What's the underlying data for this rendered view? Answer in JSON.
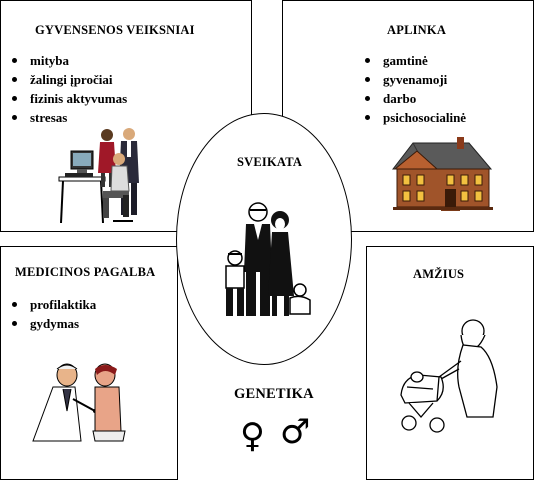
{
  "lifestyle": {
    "title": "GYVENSENOS VEIKSNIAI",
    "items": [
      "mityba",
      "žalingi įpročiai",
      "fizinis aktyvumas",
      "stresas"
    ]
  },
  "environment": {
    "title": "APLINKA",
    "items": [
      "gamtinė",
      "gyvenamoji",
      "darbo",
      "psichosocialinė"
    ]
  },
  "medical": {
    "title": "MEDICINOS PAGALBA",
    "items": [
      "profilaktika",
      "gydymas"
    ]
  },
  "age": {
    "title": "AMŽIUS"
  },
  "genetics": {
    "title": "GENETIKA",
    "female_symbol": "♀",
    "male_symbol": "♂"
  },
  "center": {
    "title": "SVEIKATA"
  },
  "icons": [
    "office-workers-illustration",
    "house-illustration",
    "family-illustration",
    "doctor-patient-illustration",
    "grandmother-stroller-illustration",
    "female-symbol",
    "male-symbol"
  ]
}
